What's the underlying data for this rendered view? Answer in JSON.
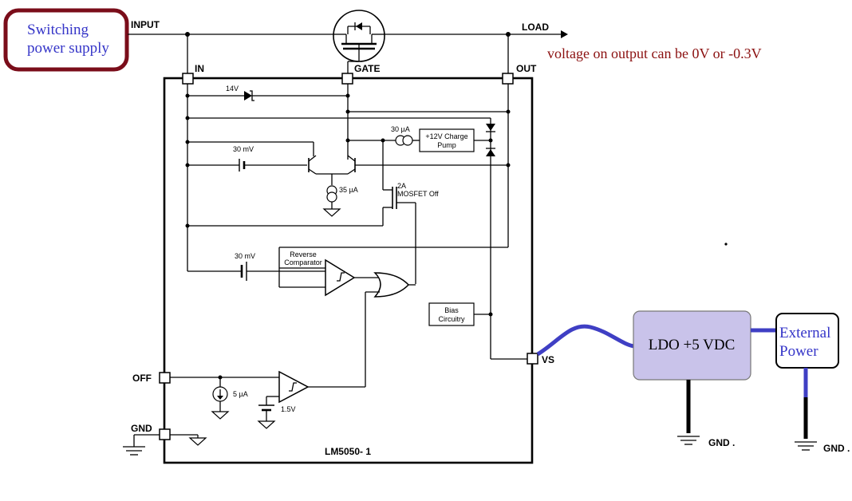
{
  "boxes": {
    "switching_supply_line1": "Switching",
    "switching_supply_line2": "power supply",
    "ldo": "LDO +5 VDC",
    "external_power_line1": "External",
    "external_power_line2": "Power",
    "charge_pump_line1": "+12V Charge",
    "charge_pump_line2": "Pump",
    "bias_line1": "Bias",
    "bias_line2": "Circuitry"
  },
  "annotation": "voltage on output can be 0V or -0.3V",
  "nets": {
    "input": "INPUT",
    "load": "LOAD"
  },
  "pins": {
    "in": "IN",
    "gate": "GATE",
    "out": "OUT",
    "vs": "VS",
    "off": "OFF",
    "gnd": "GND"
  },
  "chip_name": "LM5050- 1",
  "components": {
    "zener": "14V",
    "src_30uA": "30 µA",
    "v30mV_top": "30 mV",
    "i35uA": "35 µA",
    "mosfet_off_line1": "2A",
    "mosfet_off_line2": "MOSFET Off",
    "v30mV_bottom": "30 mV",
    "reverse_comp_line1": "Reverse",
    "reverse_comp_line2": "Comparator",
    "i5uA": "5 µA",
    "v1_5": "1.5V"
  },
  "ground_labels": {
    "ldo_gnd": "GND .",
    "ext_gnd": "GND ."
  },
  "colors": {
    "supply_border": "#7a0d1a",
    "supply_text": "#3535c8",
    "annotation_text": "#8b1010",
    "ldo_fill": "#c9c3ea",
    "wire_blue": "#3f3fc4",
    "ext_text": "#3535c8"
  }
}
